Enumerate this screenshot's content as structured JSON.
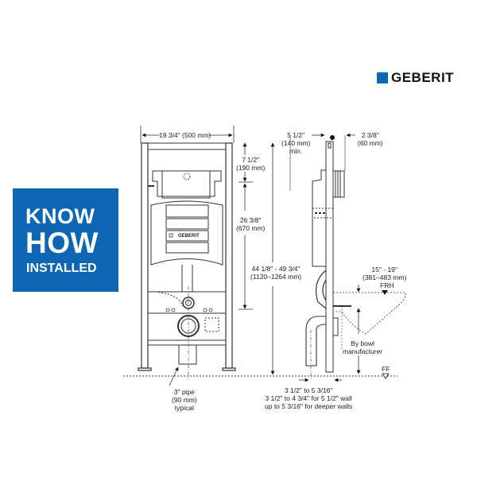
{
  "brand": {
    "logo_text": "GEBERIT",
    "logo_color": "#0A68B4"
  },
  "badge": {
    "line1": "KNOW",
    "line2": "HOW",
    "line3": "INSTALLED",
    "color": "#0C66B2"
  },
  "front_view": {
    "width_dim": "19 3/4\" (500 mm)",
    "dim_top_to_plate": {
      "imperial": "7 1/2\"",
      "metric": "(190 mm)"
    },
    "dim_plate_height": {
      "imperial": "26 3/8\"",
      "metric": "(670 mm)"
    },
    "dim_total_height": {
      "imperial": "44 1/8\" - 49 3/4\"",
      "metric": "(1120–1264 mm)"
    },
    "cistern_logo": "GEBERIT",
    "pipe_note": {
      "line1": "3\" pipe",
      "line2": "(90 mm)",
      "line3": "typical"
    }
  },
  "side_view": {
    "wall_depth": {
      "imperial": "5 1/2\"",
      "metric": "(140 mm)",
      "note": "min."
    },
    "plate_offset": {
      "imperial": "2 3/8\"",
      "metric": "(60 mm)"
    },
    "bowl_height": {
      "imperial": "15\" - 19\"",
      "metric": "(381–483 mm)"
    },
    "frh_label": "FRH",
    "ff_label": "FF",
    "bowl_note": {
      "line1": "By bowl",
      "line2": "manufacturer"
    },
    "depth_notes": {
      "line1": "3 1/2\" to 5 3/16\"",
      "line2": "3 1/2\" to 4 3/4\" for 5 1/2\" wall",
      "line3": "up to 5 3/16\" for deeper walls"
    }
  }
}
